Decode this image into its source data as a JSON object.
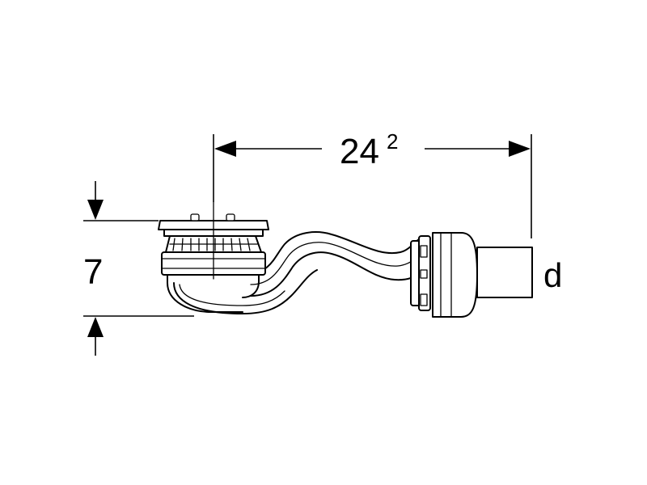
{
  "dimensions": {
    "width_label": "24",
    "width_superscript": "2",
    "height_label": "7",
    "diameter_label": "d"
  }
}
